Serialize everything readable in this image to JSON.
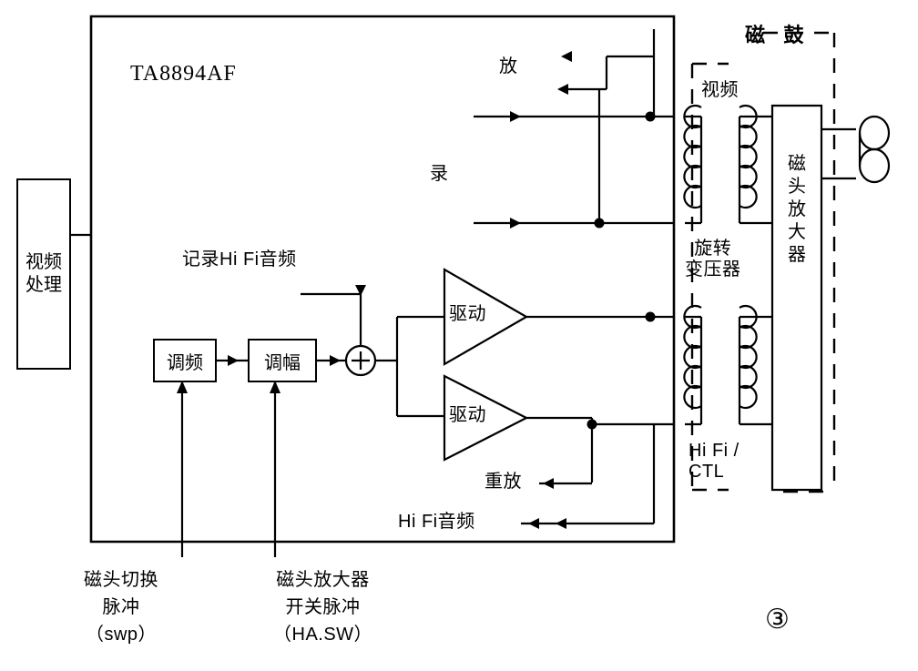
{
  "figure": {
    "number": "③",
    "chip_label": "TA8894AF"
  },
  "blocks": {
    "video_process": "视频\n处理",
    "fm": "调频",
    "am": "调幅",
    "driver_top": "驱动",
    "driver_bottom": "驱动",
    "head_amp": "磁\n头\n放\n大\n器"
  },
  "labels": {
    "drum": "磁   鼓",
    "video_freq": "视频",
    "rotary_transformer": "旋转\n变压器",
    "play": "放",
    "record": "录",
    "record_hifi_audio": "记录Hi Fi音频",
    "replay": "重放",
    "hifi_audio": "Hi Fi音频",
    "hifi_ctl": "Hi Fi /\nCTL"
  },
  "annotations": {
    "head_switch_pulse": "磁头切换\n脉冲\n（swp）",
    "head_amp_switch_pulse": "磁头放大器\n开关脉冲\n（HA.SW）"
  }
}
